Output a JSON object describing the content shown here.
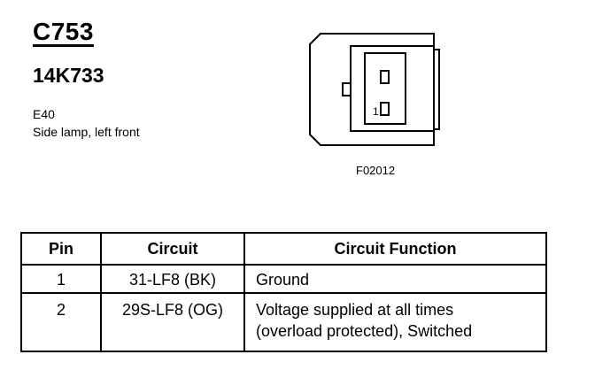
{
  "header": {
    "connector_id": "C753",
    "part_number": "14K733",
    "location_code": "E40",
    "description": "Side lamp, left front"
  },
  "figure": {
    "pin_marker": "1",
    "figure_id": "F02012"
  },
  "table": {
    "headers": [
      "Pin",
      "Circuit",
      "Circuit Function"
    ],
    "rows": [
      {
        "pin": "1",
        "circuit": "31-LF8 (BK)",
        "function_lines": [
          "Ground"
        ]
      },
      {
        "pin": "2",
        "circuit": "29S-LF8 (OG)",
        "function_lines": [
          "Voltage supplied at all times",
          "(overload protected), Switched"
        ]
      }
    ]
  }
}
